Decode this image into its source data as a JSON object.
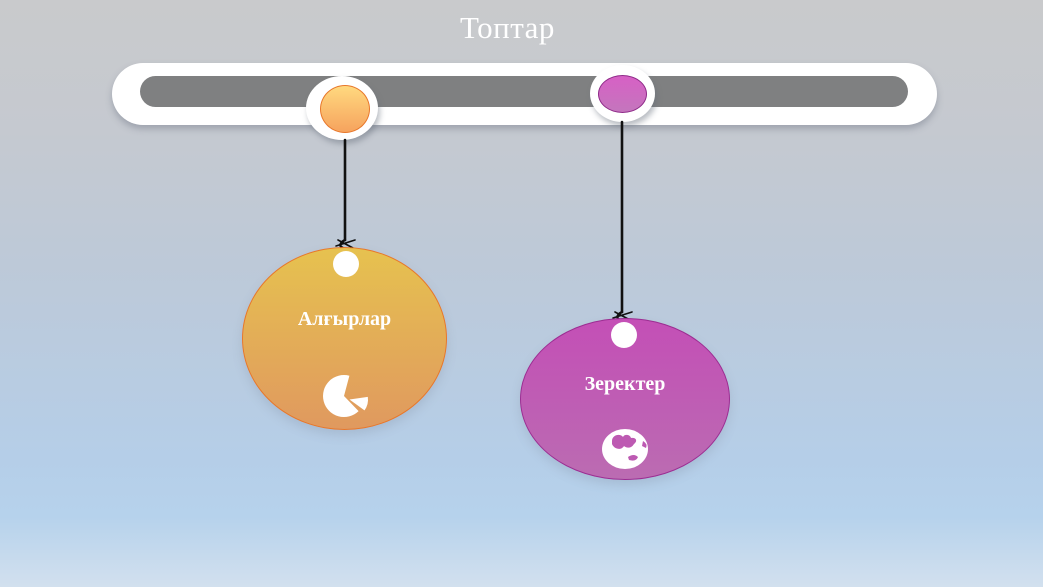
{
  "slide": {
    "title": "Топтар"
  },
  "timeline": {
    "rail_color": "#ffffff",
    "track_color": "#7f8081",
    "nodes": [
      {
        "id": "node-algyrlar",
        "color": "#f6a35e",
        "border": "#e8772a"
      },
      {
        "id": "node-zerekter",
        "color": "#d760c5",
        "border": "#8e2a88"
      }
    ]
  },
  "groups": [
    {
      "id": "algyrlar",
      "label": "Алғырлар",
      "icon": "pie-chart-icon",
      "fill_top": "#e6c24f",
      "fill_bottom": "#e0995f",
      "border": "#e8772a",
      "text_color": "#ffffff"
    },
    {
      "id": "zerekter",
      "label": "Зеректер",
      "icon": "globe-icon",
      "fill_top": "#c44fb6",
      "fill_bottom": "#bb6cb2",
      "border": "#9c2d92",
      "text_color": "#ffffff"
    }
  ],
  "decor": {
    "string_color": "#111111",
    "knot_bead_left": "#d79a2b",
    "knot_bead_right": "#c43cb0",
    "background_top": "#c9cacc",
    "background_bottom": "#d2e0ee"
  }
}
